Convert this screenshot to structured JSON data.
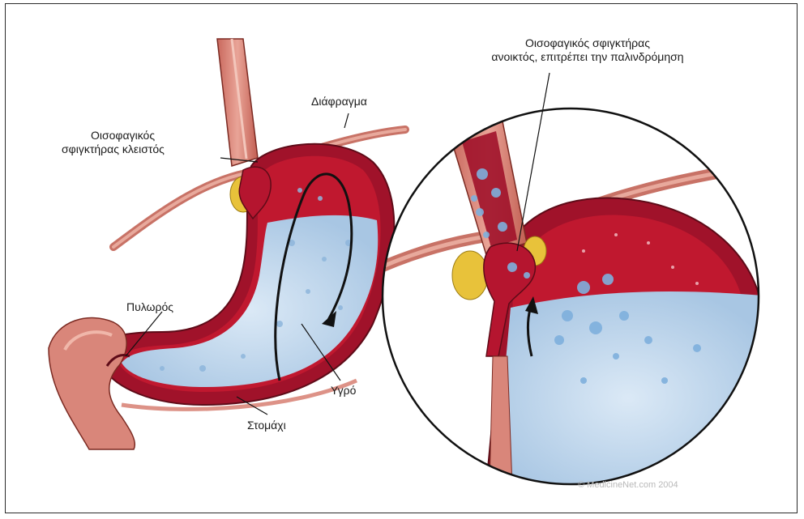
{
  "labels": {
    "lower_sphincter_closed_line1": "Οισοφαγικός",
    "lower_sphincter_closed_line2": "σφιγκτήρας κλειστός",
    "diaphragm": "Διάφραγμα",
    "pylorus": "Πυλωρός",
    "stomach": "Στομάχι",
    "fluid": "Υγρό",
    "sphincter_open_line1": "Οισοφαγικός σφιγκτήρας",
    "sphincter_open_line2": "ανοικτός, επιτρέπει την παλινδρόμηση"
  },
  "credit": "© MedicineNet.com  2004",
  "colors": {
    "tissue_red": "#a0122a",
    "muscle_pink": "#d9867a",
    "fluid_blue": "#b9d3ea",
    "fat_yellow": "#e8c23a",
    "outline": "#1a1a1a"
  }
}
